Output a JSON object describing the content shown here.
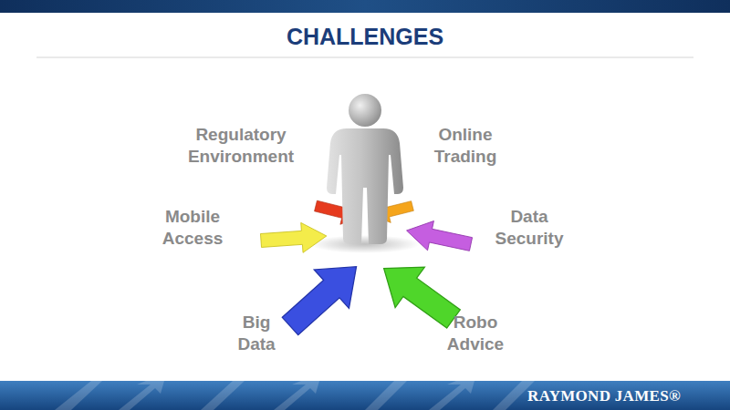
{
  "diagram": {
    "title": "CHALLENGES",
    "labels": [
      "Regulatory Environment",
      "Online Trading",
      "Mobile Access",
      "Data Security",
      "Big Data",
      "Robo Advice",
      "RAYMOND JAMES®"
    ]
  }
}
